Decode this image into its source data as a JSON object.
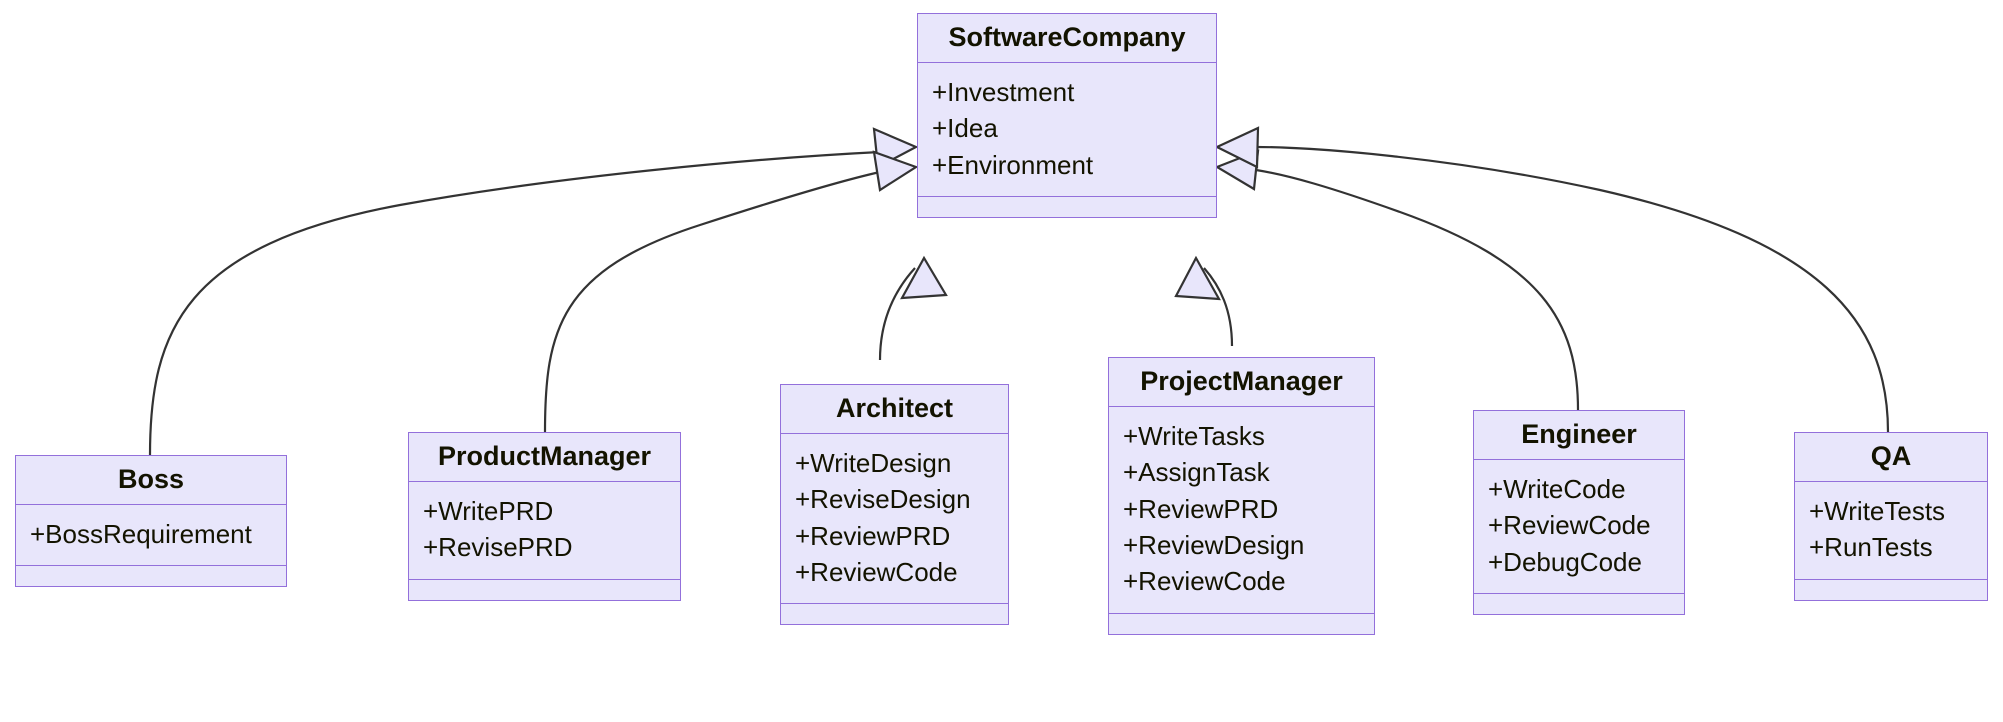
{
  "diagram": {
    "kind": "uml-class-diagram",
    "relationship": "inheritance",
    "colors": {
      "node_fill": "#e8e6fb",
      "node_border": "#9370db",
      "edge_stroke": "#333333",
      "text": "#131300",
      "background": "#ffffff"
    },
    "classes": [
      {
        "id": "software-company",
        "name": "SoftwareCompany",
        "attributes": [
          "+Investment",
          "+Idea",
          "+Environment"
        ],
        "methods": []
      },
      {
        "id": "boss",
        "name": "Boss",
        "attributes": [
          "+BossRequirement"
        ],
        "methods": []
      },
      {
        "id": "product-manager",
        "name": "ProductManager",
        "attributes": [
          "+WritePRD",
          "+RevisePRD"
        ],
        "methods": []
      },
      {
        "id": "architect",
        "name": "Architect",
        "attributes": [
          "+WriteDesign",
          "+ReviseDesign",
          "+ReviewPRD",
          "+ReviewCode"
        ],
        "methods": []
      },
      {
        "id": "project-manager",
        "name": "ProjectManager",
        "attributes": [
          "+WriteTasks",
          "+AssignTask",
          "+ReviewPRD",
          "+ReviewDesign",
          "+ReviewCode"
        ],
        "methods": []
      },
      {
        "id": "engineer",
        "name": "Engineer",
        "attributes": [
          "+WriteCode",
          "+ReviewCode",
          "+DebugCode"
        ],
        "methods": []
      },
      {
        "id": "qa",
        "name": "QA",
        "attributes": [
          "+WriteTests",
          "+RunTests"
        ],
        "methods": []
      }
    ],
    "edges": [
      {
        "from": "boss",
        "to": "software-company",
        "type": "inheritance"
      },
      {
        "from": "product-manager",
        "to": "software-company",
        "type": "inheritance"
      },
      {
        "from": "architect",
        "to": "software-company",
        "type": "inheritance"
      },
      {
        "from": "project-manager",
        "to": "software-company",
        "type": "inheritance"
      },
      {
        "from": "engineer",
        "to": "software-company",
        "type": "inheritance"
      },
      {
        "from": "qa",
        "to": "software-company",
        "type": "inheritance"
      }
    ]
  }
}
